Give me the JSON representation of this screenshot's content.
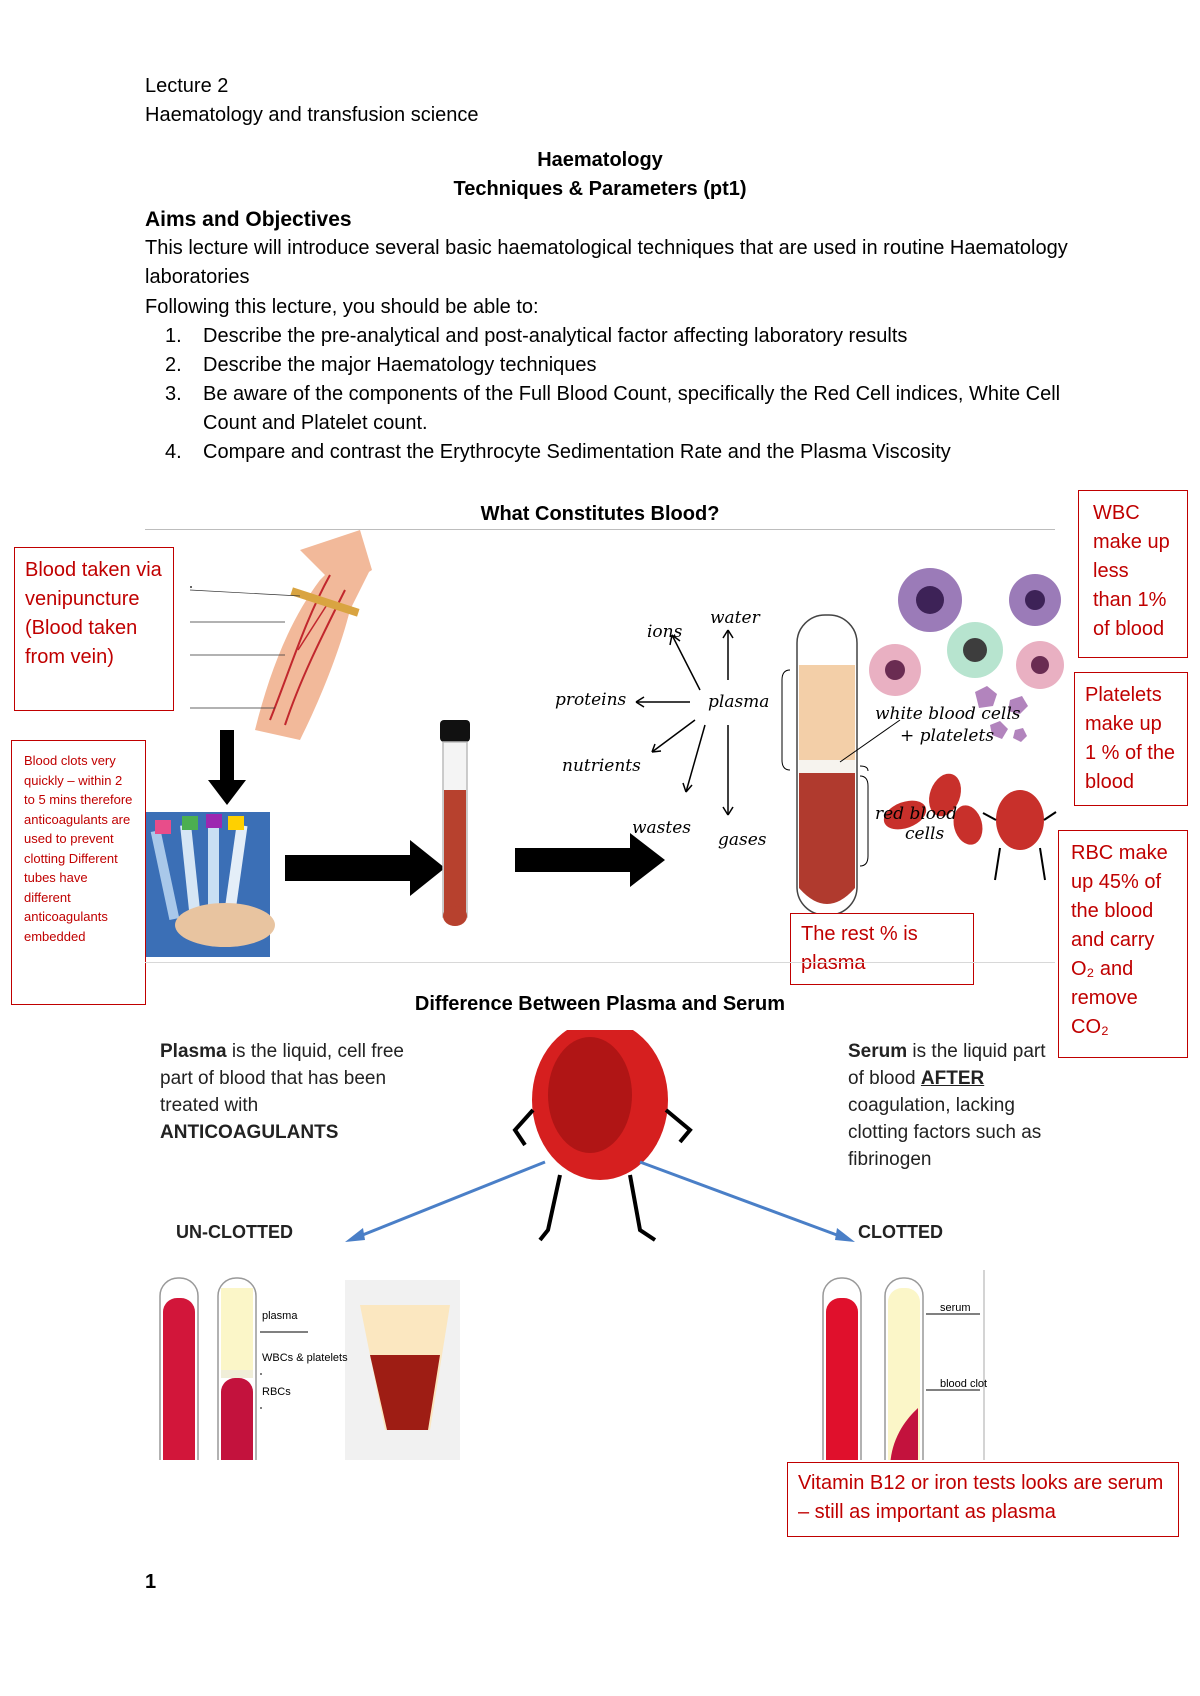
{
  "header": {
    "lecture": "Lecture 2",
    "course": "Haematology and transfusion science"
  },
  "title": {
    "line1": "Haematology",
    "line2": "Techniques & Parameters (pt1)"
  },
  "aims": {
    "heading": "Aims and Objectives",
    "intro": "This lecture will introduce several basic haematological techniques that are used in routine Haematology laboratories",
    "lead": "Following this lecture, you should be able to:",
    "items": [
      {
        "num": "1.",
        "text": "Describe the pre-analytical and post-analytical factor affecting laboratory results"
      },
      {
        "num": "2.",
        "text": "Describe the major Haematology techniques"
      },
      {
        "num": "3.",
        "text": "Be aware of the components of the Full Blood Count, specifically the Red Cell indices, White Cell Count and Platelet count."
      },
      {
        "num": "4.",
        "text": "Compare and contrast the Erythrocyte Sedimentation Rate and the Plasma Viscosity"
      }
    ]
  },
  "figure1": {
    "heading": "What Constitutes Blood?",
    "plasma": "plasma",
    "components": [
      "ions",
      "water",
      "proteins",
      "nutrients",
      "wastes",
      "gases"
    ],
    "wbc_label": "white blood cells",
    "platelets_label": "+ platelets",
    "rbc_label1": "red blood",
    "rbc_label2": "cells"
  },
  "notes": {
    "venipuncture": "Blood taken via venipuncture (Blood taken from vein)",
    "clots": "Blood clots very quickly – within 2 to 5 mins therefore anticoagulants are used to prevent clotting Different tubes have different anticoagulants embedded",
    "wbc": "WBC make up less than 1% of blood",
    "platelets": "Platelets make up 1 % of the blood",
    "rbc": "RBC make up 45% of the blood and carry O₂ and remove CO₂",
    "rest": "The rest % is plasma",
    "vitamin": "Vitamin B12 or iron tests looks are serum – still as important as plasma"
  },
  "figure2": {
    "heading": "Difference Between Plasma and Serum",
    "plasma_term": "Plasma",
    "plasma_def": " is the liquid, cell free part of blood that has been treated with ",
    "plasma_strong": "ANTICOAGULANTS",
    "serum_term": "Serum",
    "serum_def1": " is the liquid part of blood ",
    "serum_after": "AFTER",
    "serum_def2": " coagulation, lacking clotting factors such as fibrinogen",
    "unclotted": "UN-CLOTTED",
    "clotted": "CLOTTED",
    "tube_labels_left": [
      "plasma",
      "WBCs & platelets",
      "RBCs"
    ],
    "tube_labels_right": [
      "serum",
      "blood clot"
    ]
  },
  "footer": {
    "page_number": "1"
  }
}
